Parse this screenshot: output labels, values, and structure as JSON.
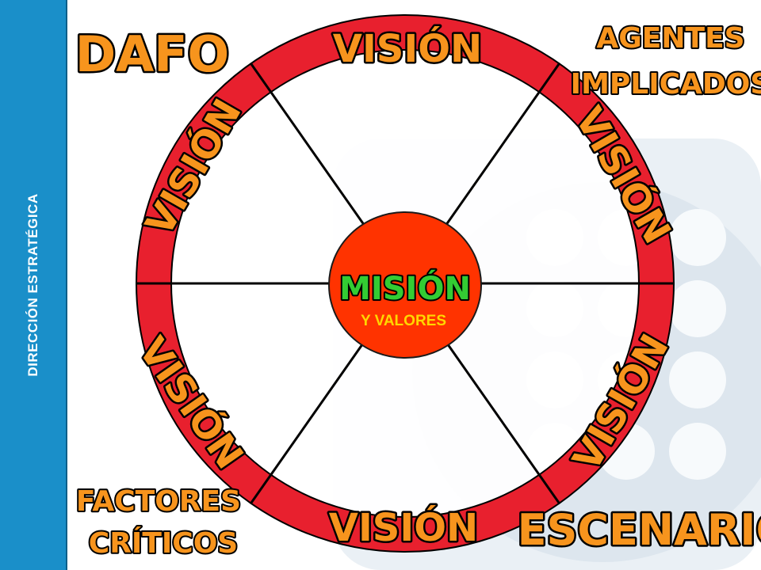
{
  "sidebar": {
    "title": "DIRECCIÓN ESTRATÉGICA"
  },
  "center": {
    "title": "MISIÓN",
    "subtitle": "Y VALORES"
  },
  "ring": {
    "label": "VISIÓN"
  },
  "corners": {
    "top_left": [
      "DAFO"
    ],
    "top_right": [
      "AGENTES",
      "IMPLICADOS"
    ],
    "bottom_left": [
      "FACTORES",
      "CRÍTICOS"
    ],
    "bottom_right": [
      "ESCENARIO"
    ]
  },
  "colors": {
    "sidebar": "#1a8fc9",
    "ring": "#e8202e",
    "hub": "#ff3300",
    "label_fill": "#f7941d",
    "label_outline": "#000000",
    "hub_title": "#33cc33",
    "hub_subtitle": "#ffd700",
    "watermark": "#e6edf3"
  }
}
